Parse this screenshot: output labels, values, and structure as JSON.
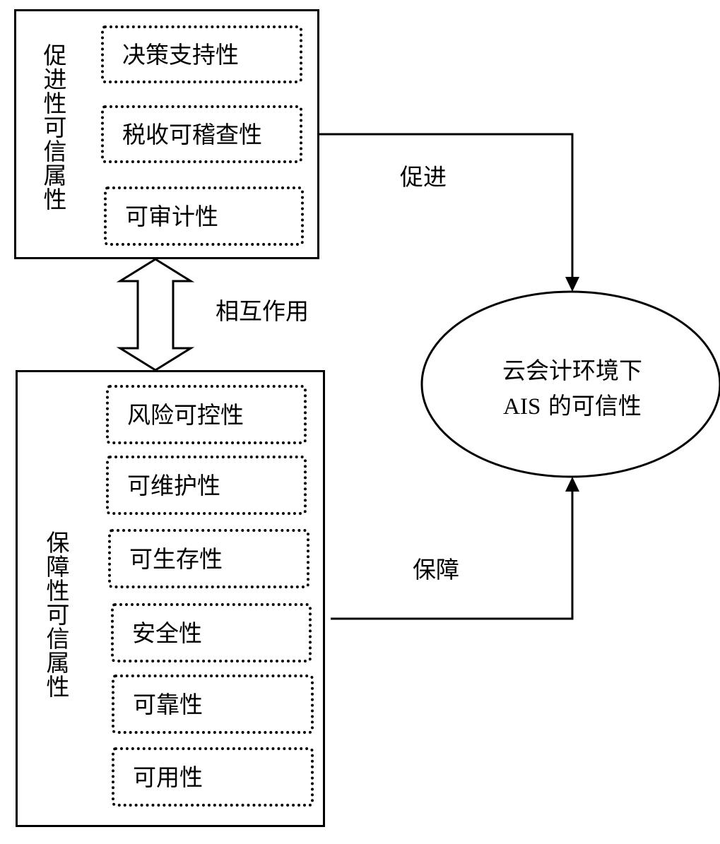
{
  "top_group": {
    "title_chars": [
      "促",
      "进",
      "性",
      "可",
      "信",
      "属",
      "性"
    ],
    "items": [
      "决策支持性",
      "税收可稽查性",
      "可审计性"
    ]
  },
  "bottom_group": {
    "title_chars": [
      "保",
      "障",
      "性",
      "可",
      "信",
      "属",
      "性"
    ],
    "items": [
      "风险可控性",
      "可维护性",
      "可生存性",
      "安全性",
      "可靠性",
      "可用性"
    ]
  },
  "interaction_label": "相互作用",
  "promote_label": "促进",
  "guarantee_label": "保障",
  "target": {
    "line1": "云会计环境下",
    "line2_latin": "AIS",
    "line2_rest": " 的可信性"
  }
}
